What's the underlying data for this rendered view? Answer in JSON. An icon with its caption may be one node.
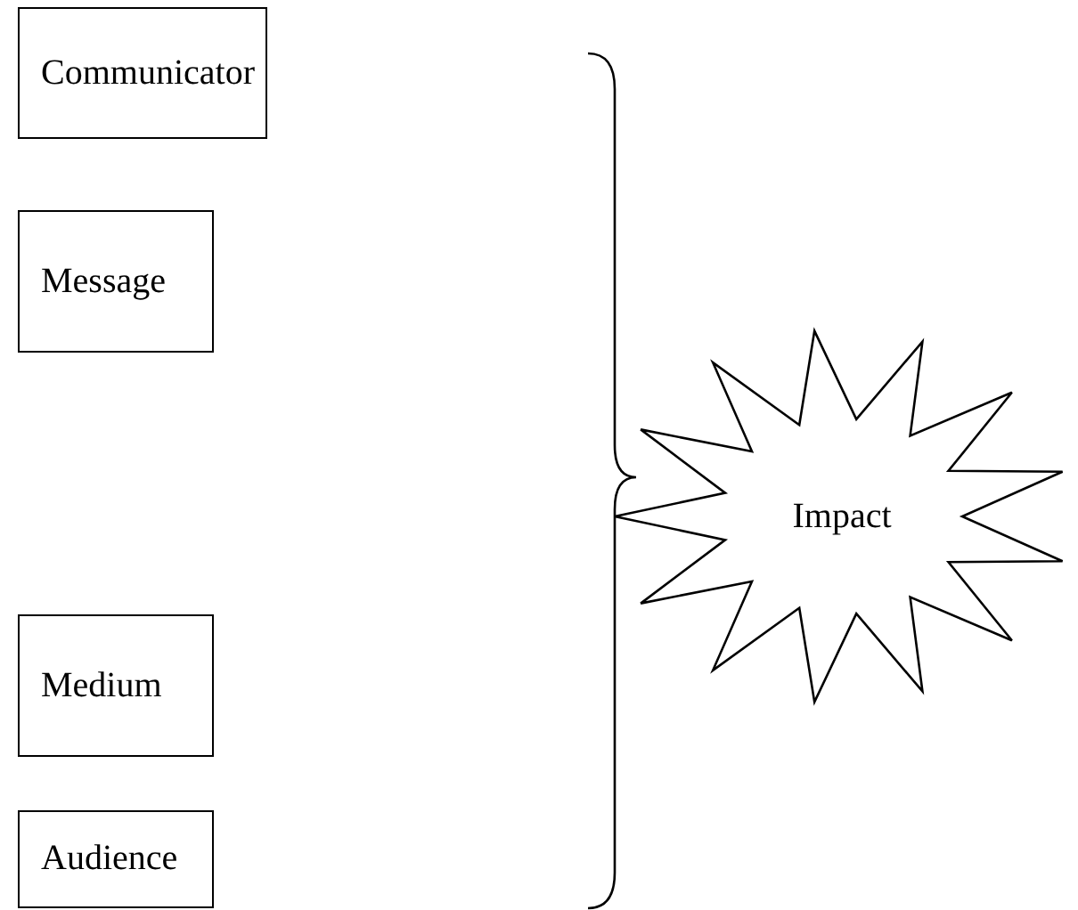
{
  "diagram": {
    "nodes": [
      {
        "text": [
          "Communicator"
        ]
      },
      {
        "text": [
          "Message"
        ]
      },
      {
        "text": [
          "Medium"
        ]
      },
      {
        "text": [
          "Audience"
        ]
      },
      {
        "text": [
          "Impact"
        ]
      }
    ]
  }
}
